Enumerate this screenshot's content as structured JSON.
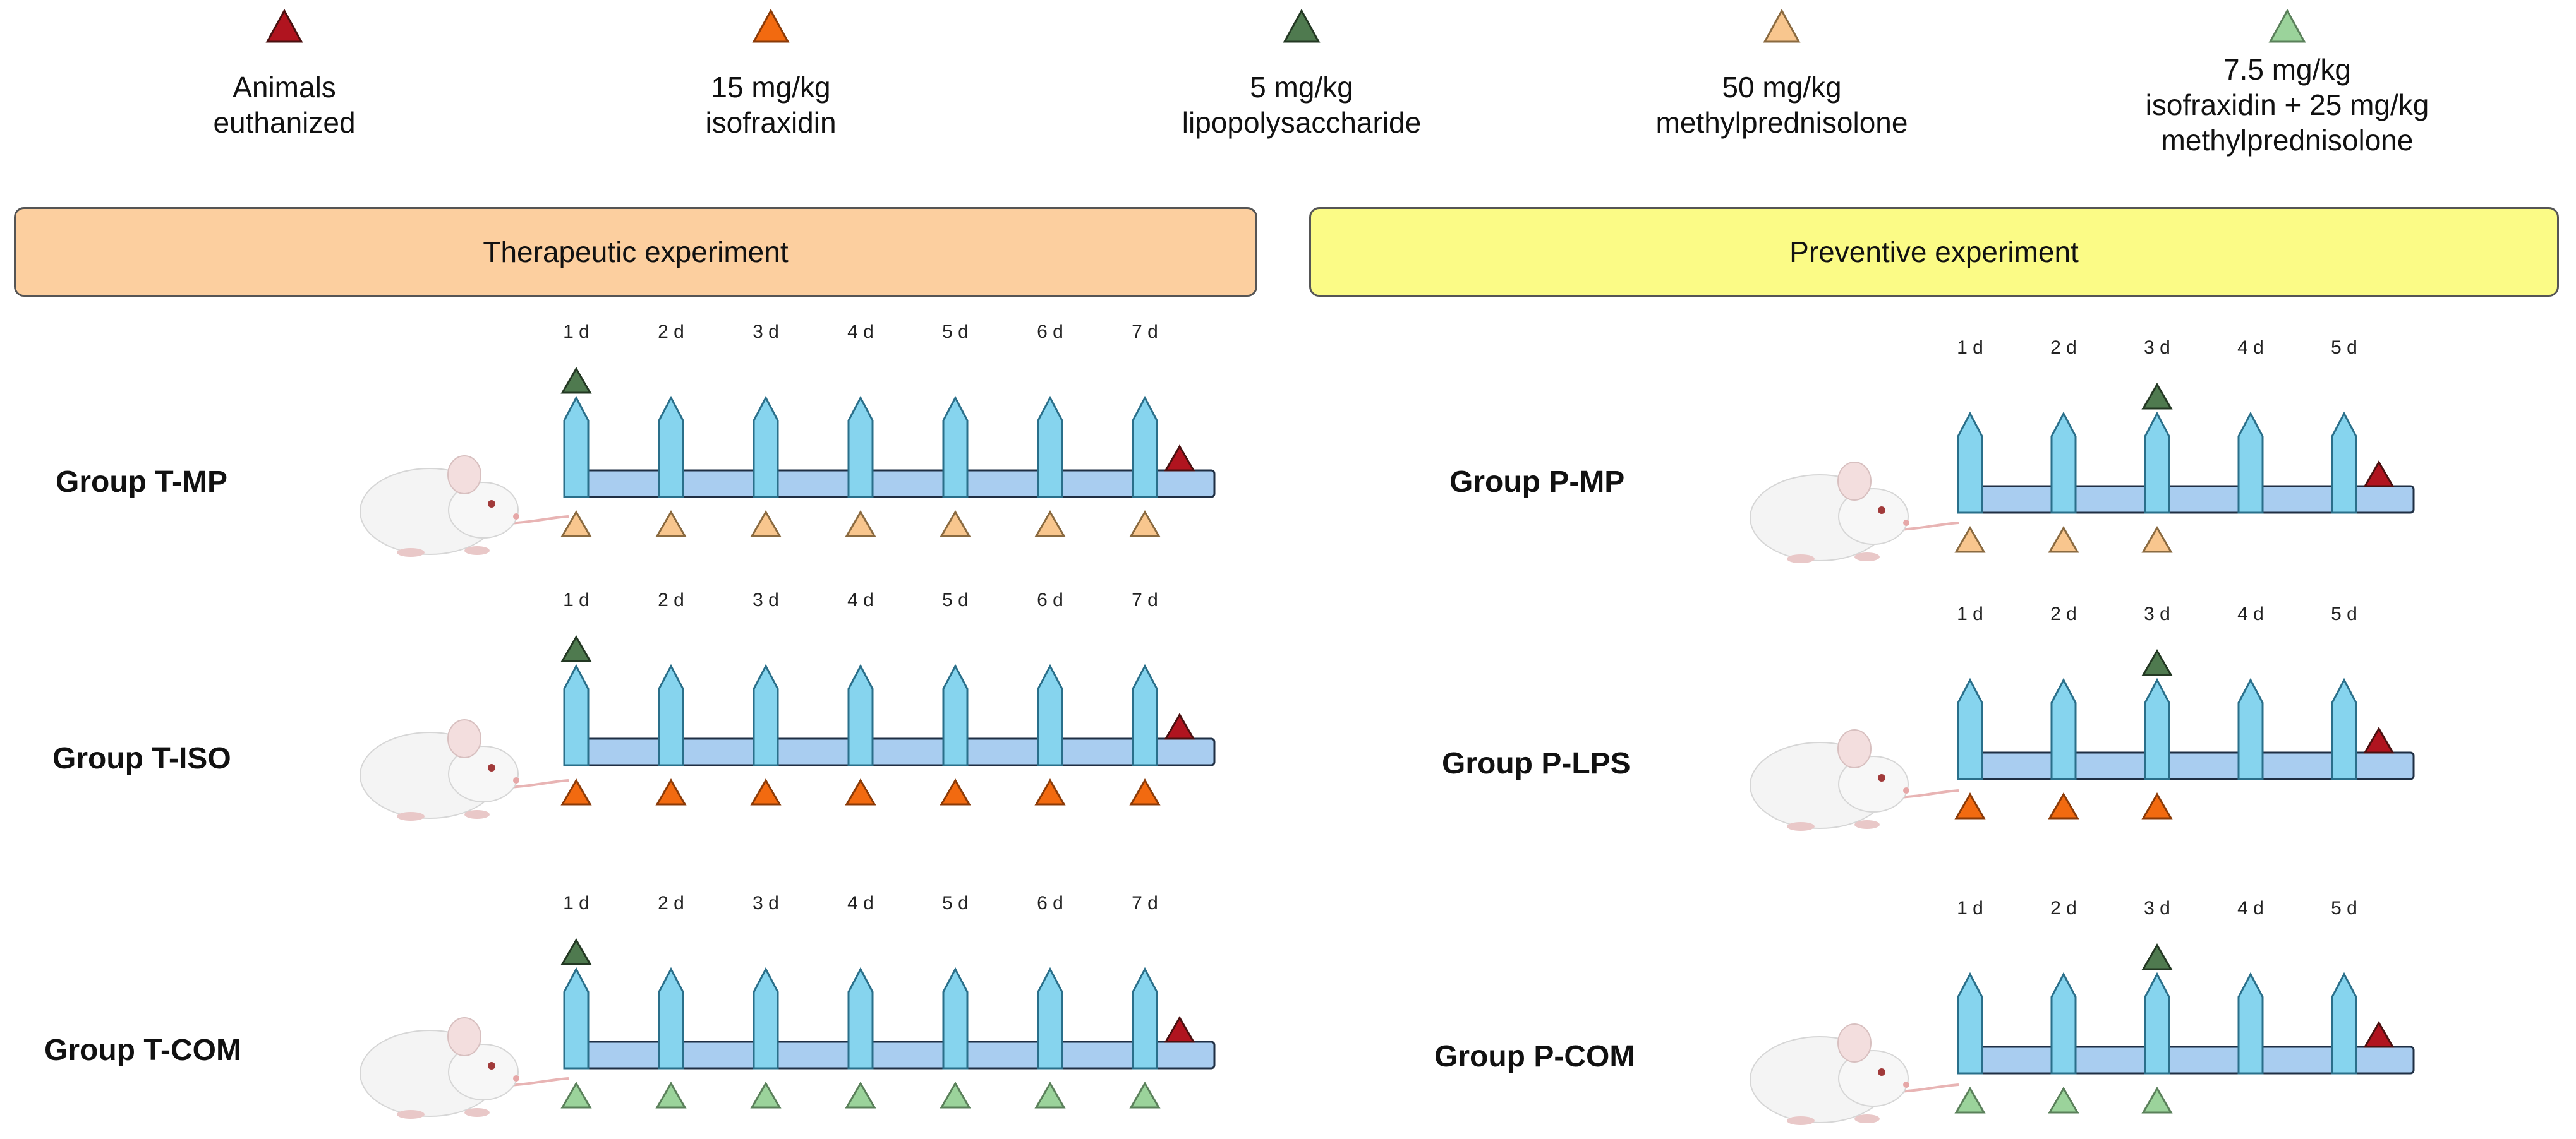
{
  "legend": [
    {
      "key": "euthanized",
      "text": [
        "Animals",
        "euthanized"
      ],
      "color": "#b0141f",
      "icon": "dark-red-triangle"
    },
    {
      "key": "isofraxidin",
      "text": [
        "15 mg/kg",
        "isofraxidin"
      ],
      "color": "#f26a10",
      "icon": "orange-triangle"
    },
    {
      "key": "lps",
      "text": [
        "5 mg/kg",
        "lipopolysaccharide"
      ],
      "color": "#4f7a4f",
      "icon": "dark-green-triangle"
    },
    {
      "key": "mp",
      "text": [
        "50 mg/kg",
        "methylprednisolone"
      ],
      "color": "#f8c68e",
      "icon": "light-orange-triangle"
    },
    {
      "key": "combo",
      "text": [
        "7.5 mg/kg",
        "isofraxidin + 25 mg/kg",
        "methylprednisolone"
      ],
      "color": "#9bd39b",
      "icon": "light-green-triangle"
    }
  ],
  "banners": {
    "therapeutic": {
      "label": "Therapeutic experiment",
      "color": "#fccf9f"
    },
    "preventive": {
      "label": "Preventive experiment",
      "color": "#fbfb86"
    }
  },
  "therapeutic": {
    "days": [
      "1 d",
      "2 d",
      "3 d",
      "4 d",
      "5 d",
      "6 d",
      "7 d"
    ],
    "lps_day": "1 d",
    "groups": [
      {
        "label": "Group T-MP",
        "treatment": "mp"
      },
      {
        "label": "Group T-ISO",
        "treatment": "isofraxidin"
      },
      {
        "label": "Group T-COM",
        "treatment": "combo"
      }
    ]
  },
  "preventive": {
    "days": [
      "1 d",
      "2 d",
      "3 d",
      "4 d",
      "5 d"
    ],
    "lps_day": "3 d",
    "treatment_days": [
      "1 d",
      "2 d",
      "3 d"
    ],
    "groups": [
      {
        "label": "Group P-MP",
        "treatment": "mp"
      },
      {
        "label": "Group P-LPS",
        "treatment": "isofraxidin"
      },
      {
        "label": "Group P-COM",
        "treatment": "combo"
      }
    ]
  },
  "colors": {
    "bar_fill": "#a9cdf0",
    "marker_fill": "#86d4ee",
    "outline": "#1f2f44"
  }
}
